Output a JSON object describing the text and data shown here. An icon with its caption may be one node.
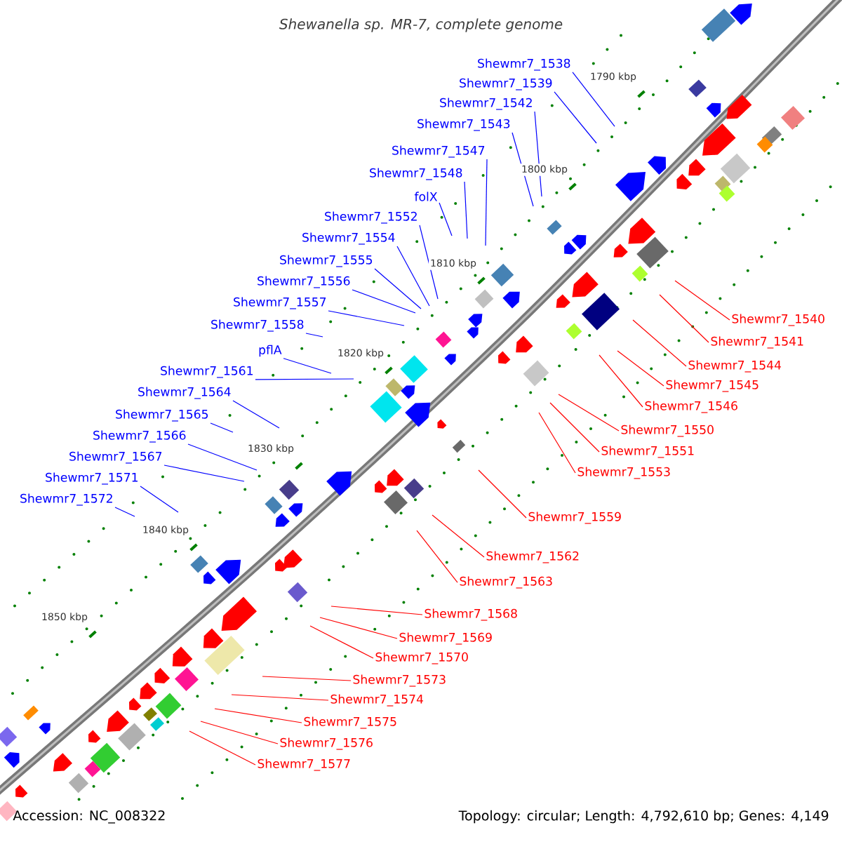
{
  "diagram": {
    "title": "Shewanella sp. MR-7, complete genome",
    "nodes": [
      {
        "text": [
          "Shewmr7_1538"
        ]
      },
      {
        "text": [
          "Shewmr7_1539"
        ]
      },
      {
        "text": [
          "Shewmr7_1542"
        ]
      },
      {
        "text": [
          "Shewmr7_1543"
        ]
      },
      {
        "text": [
          "Shewmr7_1547"
        ]
      },
      {
        "text": [
          "Shewmr7_1548"
        ]
      },
      {
        "text": [
          "folX"
        ]
      },
      {
        "text": [
          "Shewmr7_1552"
        ]
      },
      {
        "text": [
          "Shewmr7_1554"
        ]
      },
      {
        "text": [
          "Shewmr7_1555"
        ]
      },
      {
        "text": [
          "Shewmr7_1556"
        ]
      },
      {
        "text": [
          "Shewmr7_1557"
        ]
      },
      {
        "text": [
          "Shewmr7_1558"
        ]
      },
      {
        "text": [
          "pflA"
        ]
      },
      {
        "text": [
          "Shewmr7_1561"
        ]
      },
      {
        "text": [
          "Shewmr7_1564"
        ]
      },
      {
        "text": [
          "Shewmr7_1565"
        ]
      },
      {
        "text": [
          "Shewmr7_1566"
        ]
      },
      {
        "text": [
          "Shewmr7_1567"
        ]
      },
      {
        "text": [
          "Shewmr7_1571"
        ]
      },
      {
        "text": [
          "Shewmr7_1572"
        ]
      },
      {
        "text": [
          "Shewmr7_1540"
        ]
      },
      {
        "text": [
          "Shewmr7_1541"
        ]
      },
      {
        "text": [
          "Shewmr7_1544"
        ]
      },
      {
        "text": [
          "Shewmr7_1545"
        ]
      },
      {
        "text": [
          "Shewmr7_1546"
        ]
      },
      {
        "text": [
          "Shewmr7_1550"
        ]
      },
      {
        "text": [
          "Shewmr7_1551"
        ]
      },
      {
        "text": [
          "Shewmr7_1553"
        ]
      },
      {
        "text": [
          "Shewmr7_1559"
        ]
      },
      {
        "text": [
          "Shewmr7_1562"
        ]
      },
      {
        "text": [
          "Shewmr7_1563"
        ]
      },
      {
        "text": [
          "Shewmr7_1568"
        ]
      },
      {
        "text": [
          "Shewmr7_1569"
        ]
      },
      {
        "text": [
          "Shewmr7_1570"
        ]
      },
      {
        "text": [
          "Shewmr7_1573"
        ]
      },
      {
        "text": [
          "Shewmr7_1574"
        ]
      },
      {
        "text": [
          "Shewmr7_1575"
        ]
      },
      {
        "text": [
          "Shewmr7_1576"
        ]
      },
      {
        "text": [
          "Shewmr7_1577"
        ]
      }
    ],
    "edges": [
      {
        "from": 0,
        "to": null,
        "arrow": "none"
      },
      {
        "from": 1,
        "to": null,
        "arrow": "none"
      },
      {
        "from": 2,
        "to": null,
        "arrow": "none"
      },
      {
        "from": 3,
        "to": null,
        "arrow": "none"
      },
      {
        "from": 4,
        "to": null,
        "arrow": "none"
      },
      {
        "from": 5,
        "to": null,
        "arrow": "none"
      },
      {
        "from": 6,
        "to": null,
        "arrow": "none"
      },
      {
        "from": 7,
        "to": null,
        "arrow": "none"
      },
      {
        "from": 8,
        "to": null,
        "arrow": "none"
      },
      {
        "from": 9,
        "to": null,
        "arrow": "none"
      },
      {
        "from": 10,
        "to": null,
        "arrow": "none"
      },
      {
        "from": 11,
        "to": null,
        "arrow": "none"
      },
      {
        "from": 12,
        "to": null,
        "arrow": "none"
      },
      {
        "from": 13,
        "to": null,
        "arrow": "none"
      },
      {
        "from": 14,
        "to": null,
        "arrow": "none"
      },
      {
        "from": 15,
        "to": null,
        "arrow": "none"
      },
      {
        "from": 16,
        "to": null,
        "arrow": "none"
      },
      {
        "from": 17,
        "to": null,
        "arrow": "none"
      },
      {
        "from": 18,
        "to": null,
        "arrow": "none"
      },
      {
        "from": 19,
        "to": null,
        "arrow": "none"
      },
      {
        "from": 20,
        "to": null,
        "arrow": "none"
      },
      {
        "from": 21,
        "to": null,
        "arrow": "none",
        "color": "#ff0000"
      },
      {
        "from": 22,
        "to": null,
        "arrow": "none",
        "color": "#ff0000"
      },
      {
        "from": 23,
        "to": null,
        "arrow": "none",
        "color": "#ff0000"
      },
      {
        "from": 24,
        "to": null,
        "arrow": "none",
        "color": "#ff0000"
      },
      {
        "from": 25,
        "to": null,
        "arrow": "none",
        "color": "#ff0000"
      },
      {
        "from": 26,
        "to": null,
        "arrow": "none",
        "color": "#ff0000"
      },
      {
        "from": 27,
        "to": null,
        "arrow": "none",
        "color": "#ff0000"
      },
      {
        "from": 28,
        "to": null,
        "arrow": "none",
        "color": "#ff0000"
      },
      {
        "from": 29,
        "to": null,
        "arrow": "none",
        "color": "#ff0000"
      },
      {
        "from": 30,
        "to": null,
        "arrow": "none",
        "color": "#ff0000"
      },
      {
        "from": 31,
        "to": null,
        "arrow": "none",
        "color": "#ff0000"
      },
      {
        "from": 32,
        "to": null,
        "arrow": "none",
        "color": "#ff0000"
      },
      {
        "from": 33,
        "to": null,
        "arrow": "none",
        "color": "#ff0000"
      },
      {
        "from": 34,
        "to": null,
        "arrow": "none",
        "color": "#ff0000"
      },
      {
        "from": 35,
        "to": null,
        "arrow": "none",
        "color": "#ff0000"
      },
      {
        "from": 36,
        "to": null,
        "arrow": "none",
        "color": "#ff0000"
      },
      {
        "from": 37,
        "to": null,
        "arrow": "none",
        "color": "#ff0000"
      },
      {
        "from": 38,
        "to": null,
        "arrow": "none",
        "color": "#ff0000"
      },
      {
        "from": 39,
        "to": null,
        "arrow": "none",
        "color": "#ff0000"
      }
    ],
    "labels": [
      "1790 kbp",
      "1800 kbp",
      "1810 kbp",
      "1820 kbp",
      "1830 kbp",
      "1840 kbp",
      "1850 kbp",
      "Accession: NC_008322",
      "Topology: circular; Length: 4,792,610 bp; Genes: 4,149"
    ]
  }
}
